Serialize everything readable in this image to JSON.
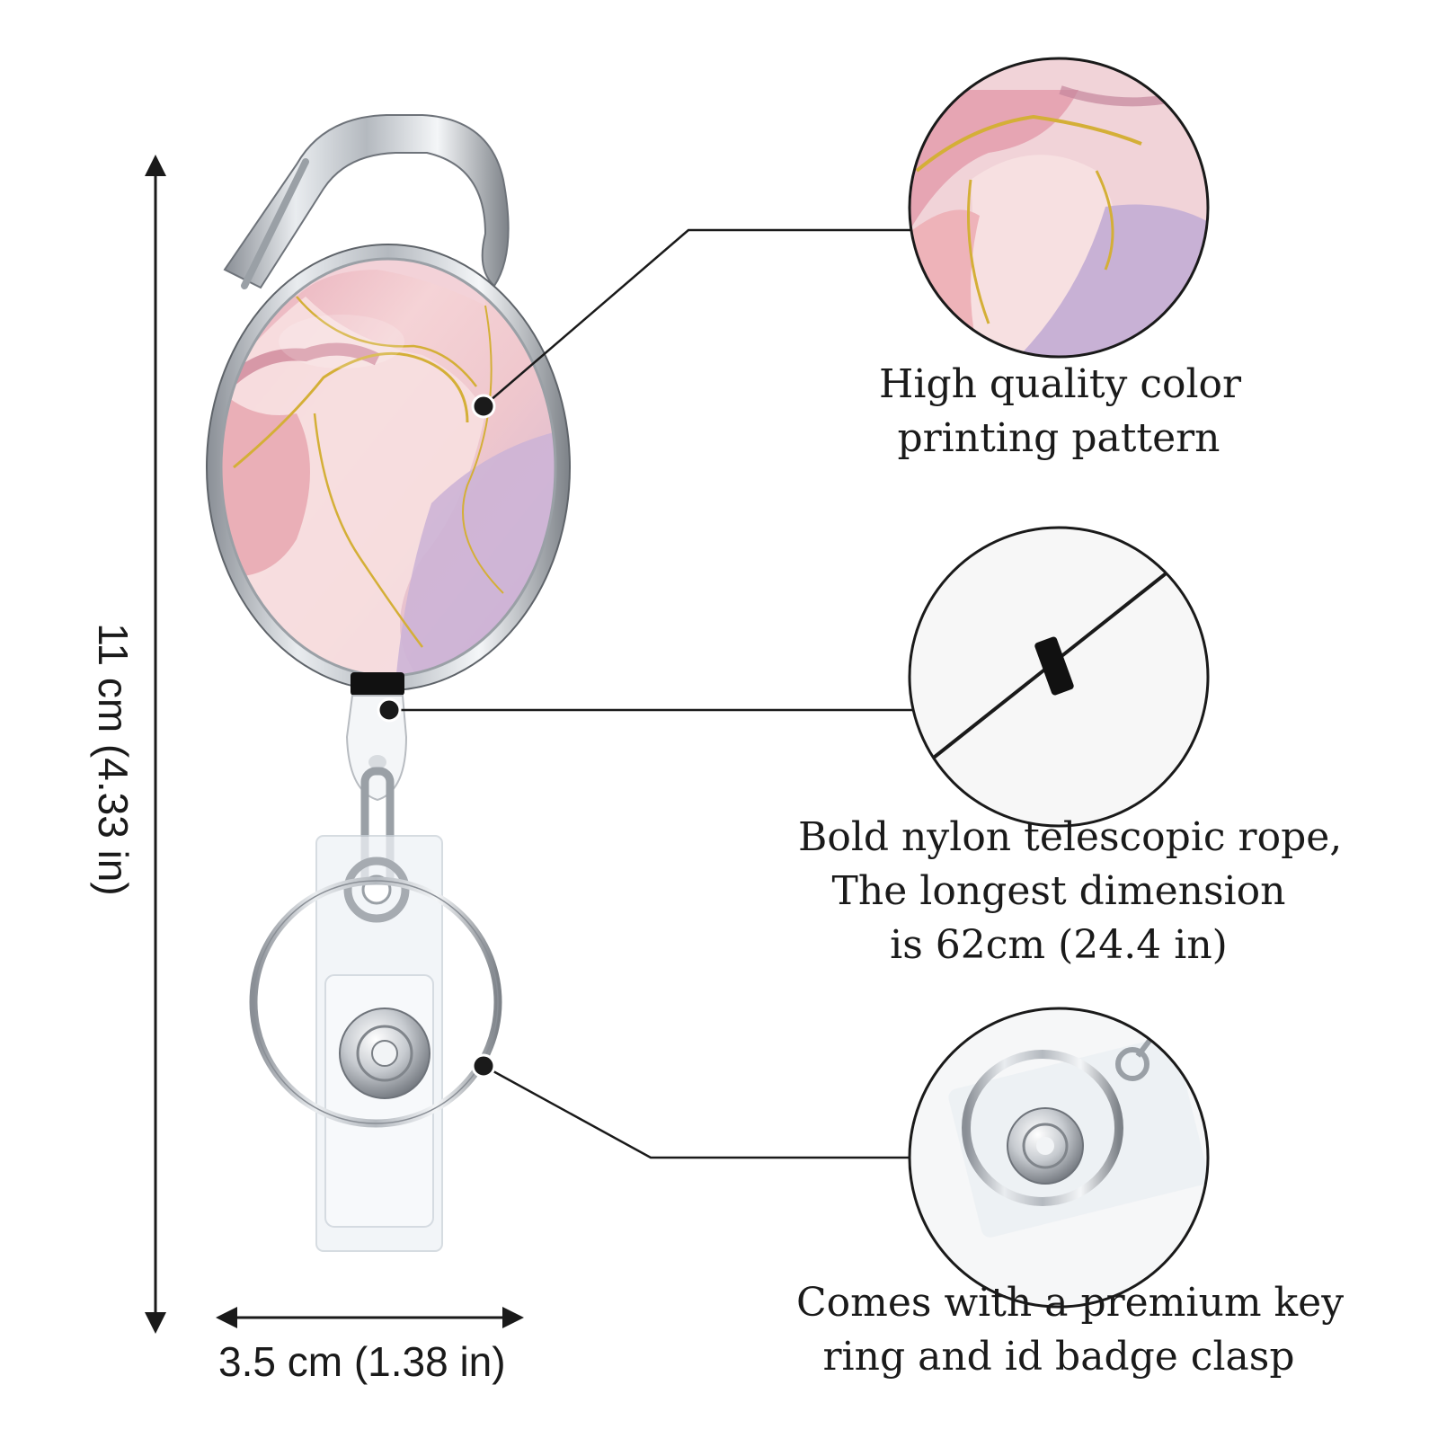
{
  "product": {
    "name_icon": "retractable-badge-reel",
    "marble_colors": [
      "#f2c9cf",
      "#d9b3cf",
      "#c98a9c",
      "#e8c9d6",
      "#d4af37"
    ]
  },
  "dimensions": {
    "height_label": "11 cm (4.33 in)",
    "width_label": "3.5 cm (1.38 in)"
  },
  "callouts": [
    {
      "id": "print",
      "lines": [
        "High quality color",
        "printing pattern"
      ]
    },
    {
      "id": "rope",
      "lines": [
        "Bold nylon telescopic rope,",
        "The longest dimension",
        "is 62cm (24.4 in)"
      ]
    },
    {
      "id": "clasp",
      "lines": [
        "Comes with a premium key",
        "ring and id badge clasp"
      ]
    }
  ]
}
